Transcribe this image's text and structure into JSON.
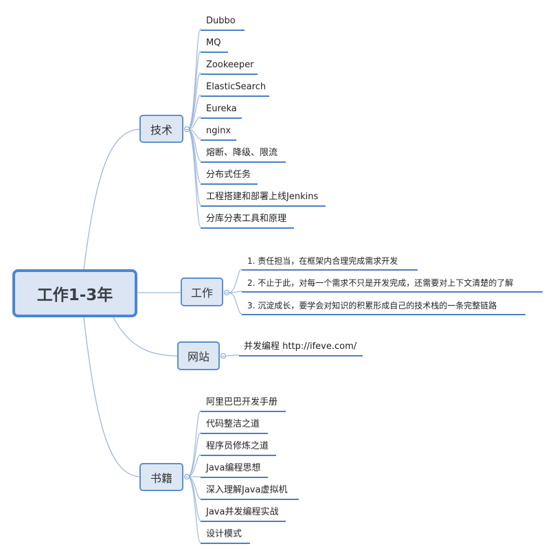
{
  "root": {
    "label": "工作1-3年"
  },
  "branches": {
    "tech": {
      "label": "技术",
      "items": [
        "Dubbo",
        "MQ",
        "Zookeeper",
        "ElasticSearch",
        "Eureka",
        "nginx",
        "熔断、降级、限流",
        "分布式任务",
        "工程搭建和部署上线Jenkins",
        "分库分表工具和原理"
      ]
    },
    "work": {
      "label": "工作",
      "items": [
        "1. 责任担当，在框架内合理完成需求开发",
        "2. 不止于此，对每一个需求不只是开发完成，还需要对上下文清楚的了解",
        "3. 沉淀成长，要学会对知识的积累形成自己的技术栈的一条完整链路"
      ]
    },
    "site": {
      "label": "网站",
      "items": [
        "并发编程 http://ifeve.com/"
      ]
    },
    "books": {
      "label": "书籍",
      "items": [
        "阿里巴巴开发手册",
        "代码整洁之道",
        "程序员修炼之道",
        "Java编程思想",
        "深入理解Java虚拟机",
        "Java并发编程实战",
        "设计模式"
      ]
    }
  },
  "colors": {
    "line": "#5b8fd0",
    "node_fill": "#dde7f4",
    "curve": "#a8c0e0"
  }
}
